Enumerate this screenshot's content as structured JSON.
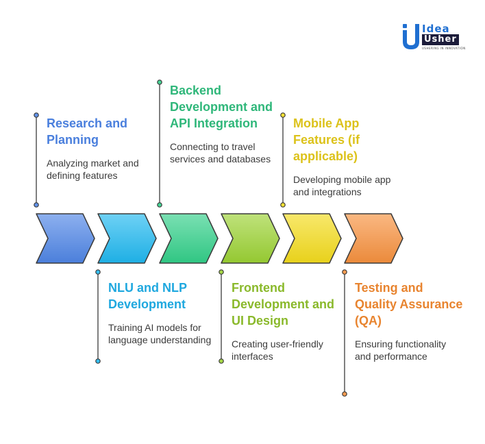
{
  "logo": {
    "word_top": "Idea",
    "word_bottom": "Usher",
    "tagline": "USHERING IN INNOVATION",
    "colors": {
      "blue": "#1f6fd1",
      "dark": "#1c1c3a"
    }
  },
  "steps": [
    {
      "title": "Research and Planning",
      "description": "Analyzing market and defining features",
      "color": "#4f86e6",
      "title_color": "#4a7fdd"
    },
    {
      "title": "NLU and NLP Development",
      "description": "Training AI models for language understanding",
      "color": "#20b8f0",
      "title_color": "#1fa8df"
    },
    {
      "title": "Backend Development and API Integration",
      "description": "Connecting to travel services and databases",
      "color": "#33d08a",
      "title_color": "#2fb77a"
    },
    {
      "title": "Frontend Development and UI Design",
      "description": "Creating user-friendly interfaces",
      "color": "#9cd234",
      "title_color": "#8ab92b"
    },
    {
      "title": "Mobile App Features (if applicable)",
      "description": "Developing mobile app and integrations",
      "color": "#f4dc1c",
      "title_color": "#dcc21a"
    },
    {
      "title": "Testing and Quality Assurance (QA)",
      "description": "Ensuring functionality and performance",
      "color": "#f7913e",
      "title_color": "#e8842f"
    }
  ]
}
